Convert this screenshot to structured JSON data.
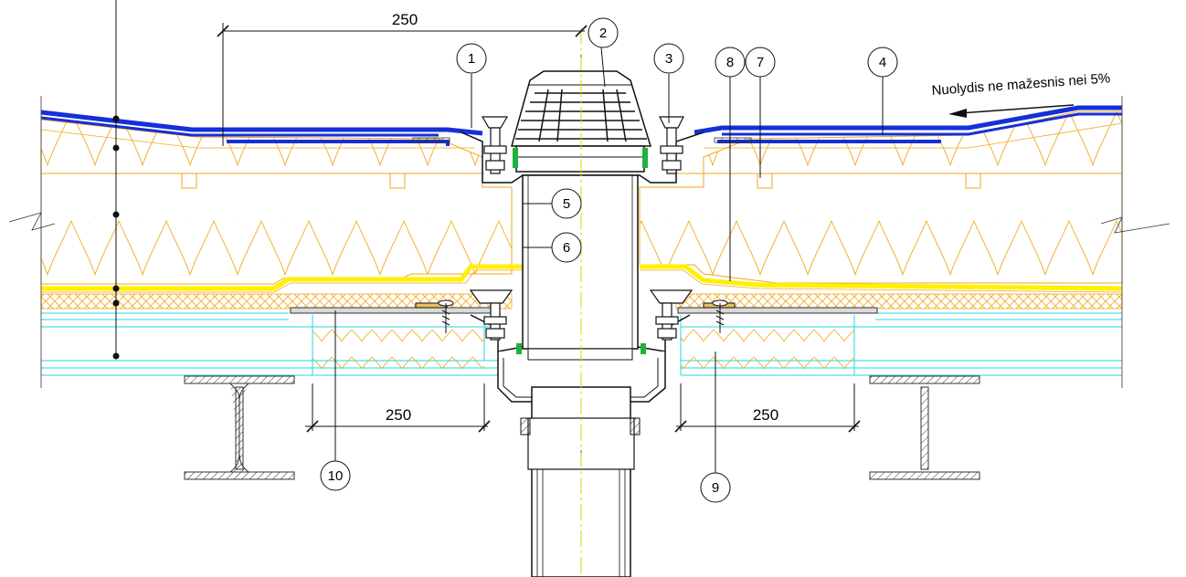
{
  "dimensions": {
    "top": "250",
    "bottom_left": "250",
    "bottom_right": "250"
  },
  "slope_note": "Nuolydis ne mažesnis nei 5%",
  "callouts": {
    "c1": "1",
    "c2": "2",
    "c3": "3",
    "c4": "4",
    "c5": "5",
    "c6": "6",
    "c7": "7",
    "c8": "8",
    "c9": "9",
    "c10": "10"
  },
  "colors": {
    "membrane": "#1530d8",
    "insulation": "#f2a81c",
    "insulation_fill": "#fff5df",
    "vapor_layer": "#fff000",
    "cyan_layer": "#1ed8e0",
    "steel": "#404040",
    "drain": "#111111",
    "green_seal": "#20b040"
  }
}
